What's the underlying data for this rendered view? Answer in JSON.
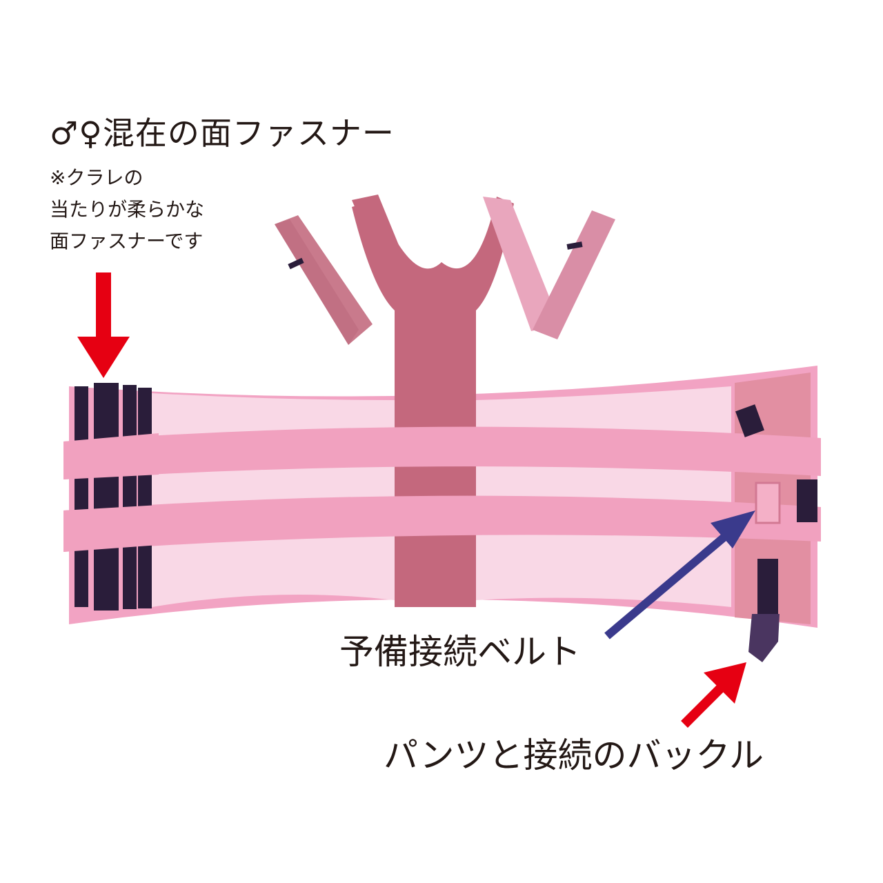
{
  "title": "♂♀混在の面ファスナー",
  "note_lines": [
    "※クラレの",
    "当たりが柔らかな",
    "面ファスナーです"
  ],
  "labels": {
    "spare_belt": "予備接続ベルト",
    "buckle": "パンツと接続のバックル"
  },
  "colors": {
    "belt_pink": "#f2a3c3",
    "strap_rose": "#c4687d",
    "mesh_light": "#f9d8e6",
    "velcro_navy": "#2a1d3a",
    "arrow_red": "#e60012",
    "arrow_navy": "#3a3a8c"
  },
  "icons": [
    "red-arrow-down-icon",
    "navy-arrow-icon",
    "red-arrow-up-icon"
  ]
}
